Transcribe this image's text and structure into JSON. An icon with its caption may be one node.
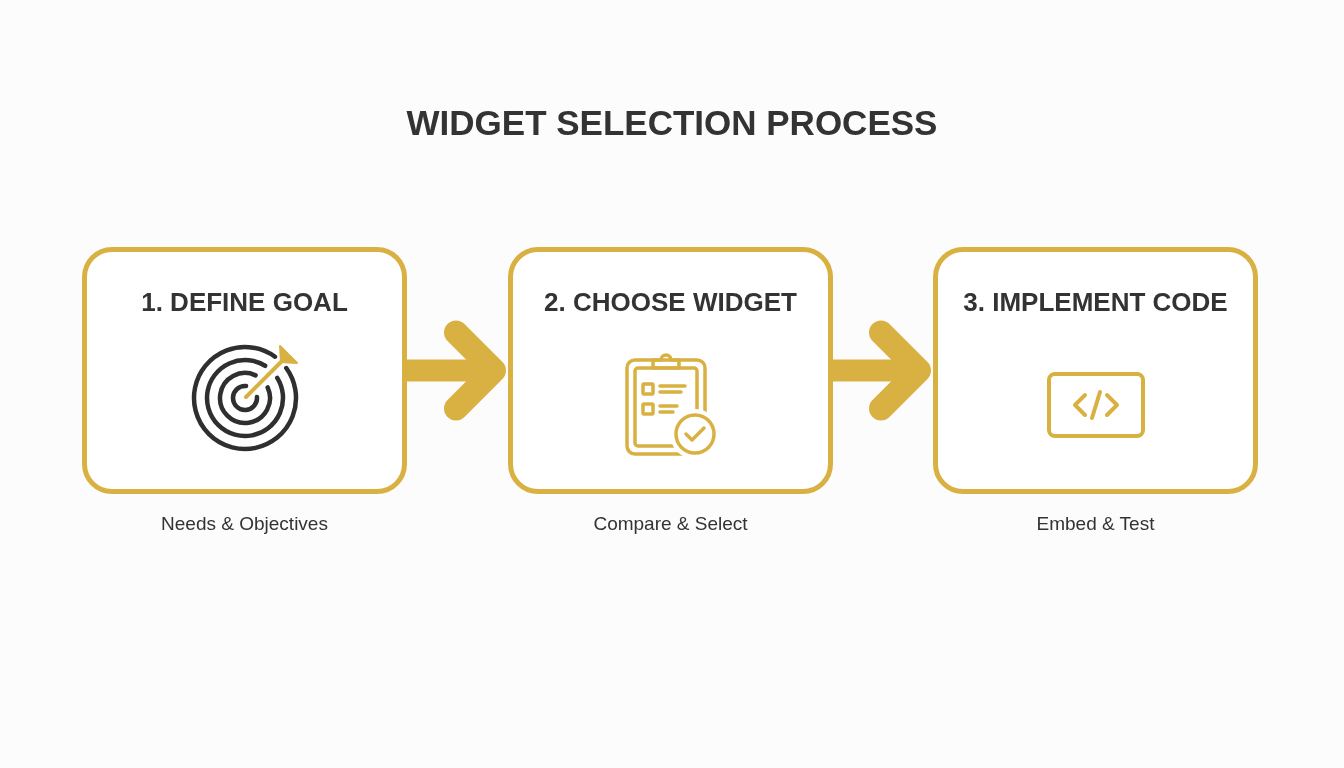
{
  "diagram": {
    "title": "WIDGET SELECTION PROCESS",
    "nodes": [
      {
        "text": [
          "1. DEFINE GOAL"
        ],
        "beside": [
          "Needs & Objectives"
        ]
      },
      {
        "text": [
          "2. CHOOSE WIDGET"
        ],
        "beside": [
          "Compare & Select"
        ]
      },
      {
        "text": [
          "3. IMPLEMENT CODE"
        ],
        "beside": [
          "Embed & Test"
        ]
      }
    ],
    "edges": [
      {
        "from": 0,
        "to": 1,
        "arrow": "to"
      },
      {
        "from": 1,
        "to": 2,
        "arrow": "to"
      }
    ]
  }
}
